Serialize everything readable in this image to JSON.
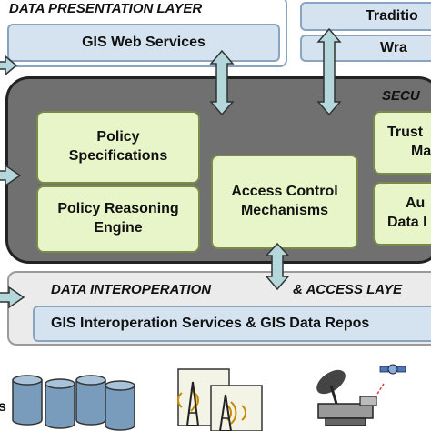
{
  "presentation": {
    "title": "DATA PRESENTATION LAYER",
    "gis_web_services": "GIS Web Services",
    "traditional": "Traditio",
    "wrap": "Wra"
  },
  "security": {
    "title": "SECU",
    "policy_spec": [
      "Policy",
      "Specifications"
    ],
    "policy_reasoning": [
      "Policy Reasoning",
      "Engine"
    ],
    "access_control": [
      "Access Control",
      "Mechanisms"
    ],
    "trust": [
      "Trust",
      "Mar"
    ],
    "audit": [
      "Au",
      "Data I"
    ]
  },
  "interoperation": {
    "title_left": "DATA INTEROPERATION",
    "title_right": "& ACCESS LAYE",
    "services": "GIS Interoperation Services & GIS Data Repos"
  },
  "colors": {
    "blue_box": "#d5e3f1",
    "green_box": "#e8f5c8",
    "security_layer": "#707070",
    "arrow": "#b4d7dc"
  },
  "icons": [
    "database-icon",
    "radio-tower-icon",
    "satellite-dish-icon"
  ]
}
